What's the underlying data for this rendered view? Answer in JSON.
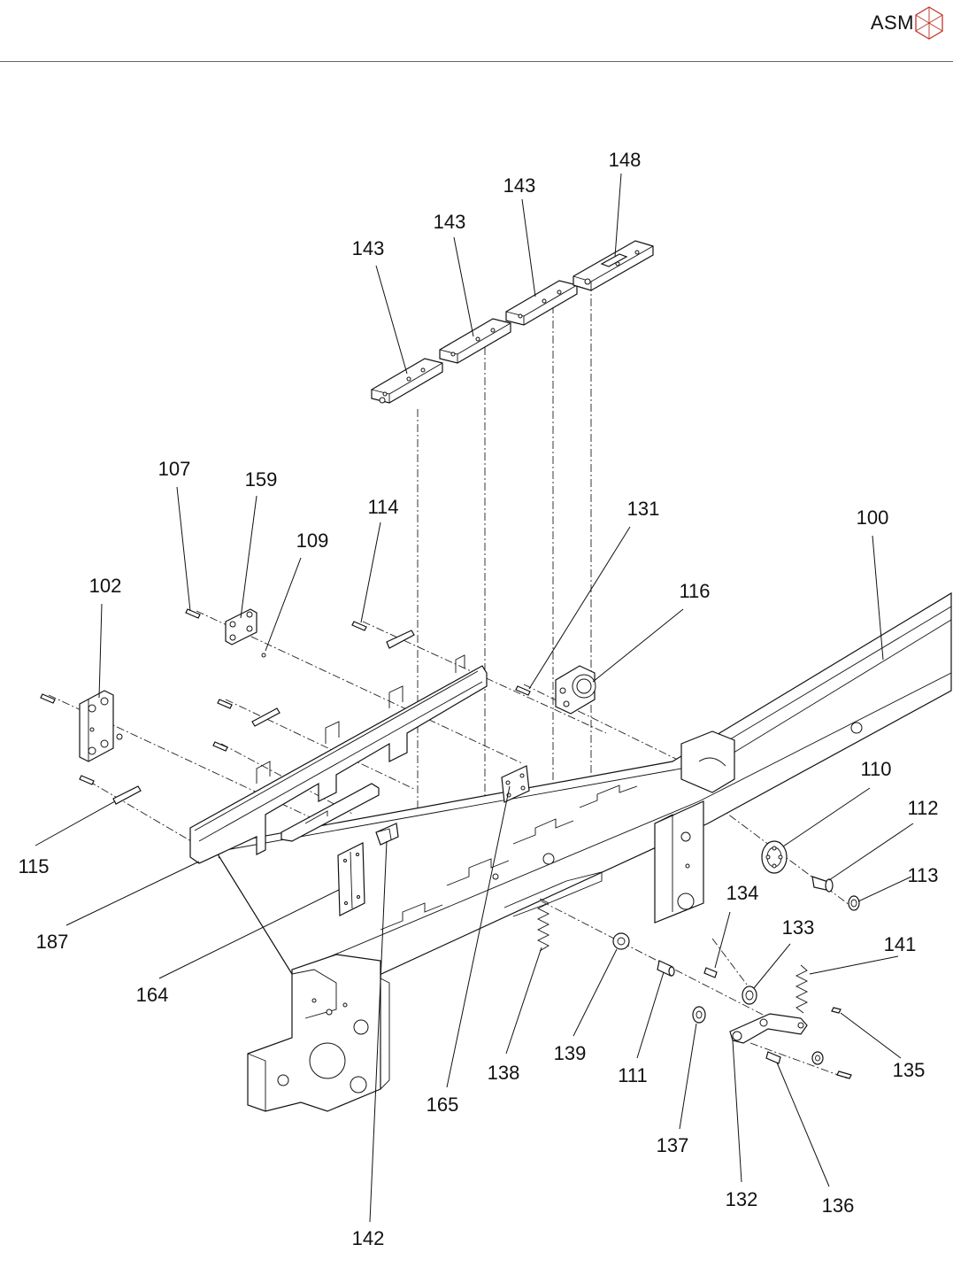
{
  "header": {
    "brand": "ASM"
  },
  "callouts": {
    "c100": "100",
    "c102": "102",
    "c107": "107",
    "c109": "109",
    "c110": "110",
    "c111": "111",
    "c112": "112",
    "c113": "113",
    "c114": "114",
    "c115": "115",
    "c116": "116",
    "c131": "131",
    "c132": "132",
    "c133": "133",
    "c134": "134",
    "c135": "135",
    "c136": "136",
    "c137": "137",
    "c138": "138",
    "c139": "139",
    "c141": "141",
    "c142": "142",
    "c143a": "143",
    "c143b": "143",
    "c143c": "143",
    "c148": "148",
    "c159": "159",
    "c164": "164",
    "c165": "165",
    "c187": "187"
  }
}
